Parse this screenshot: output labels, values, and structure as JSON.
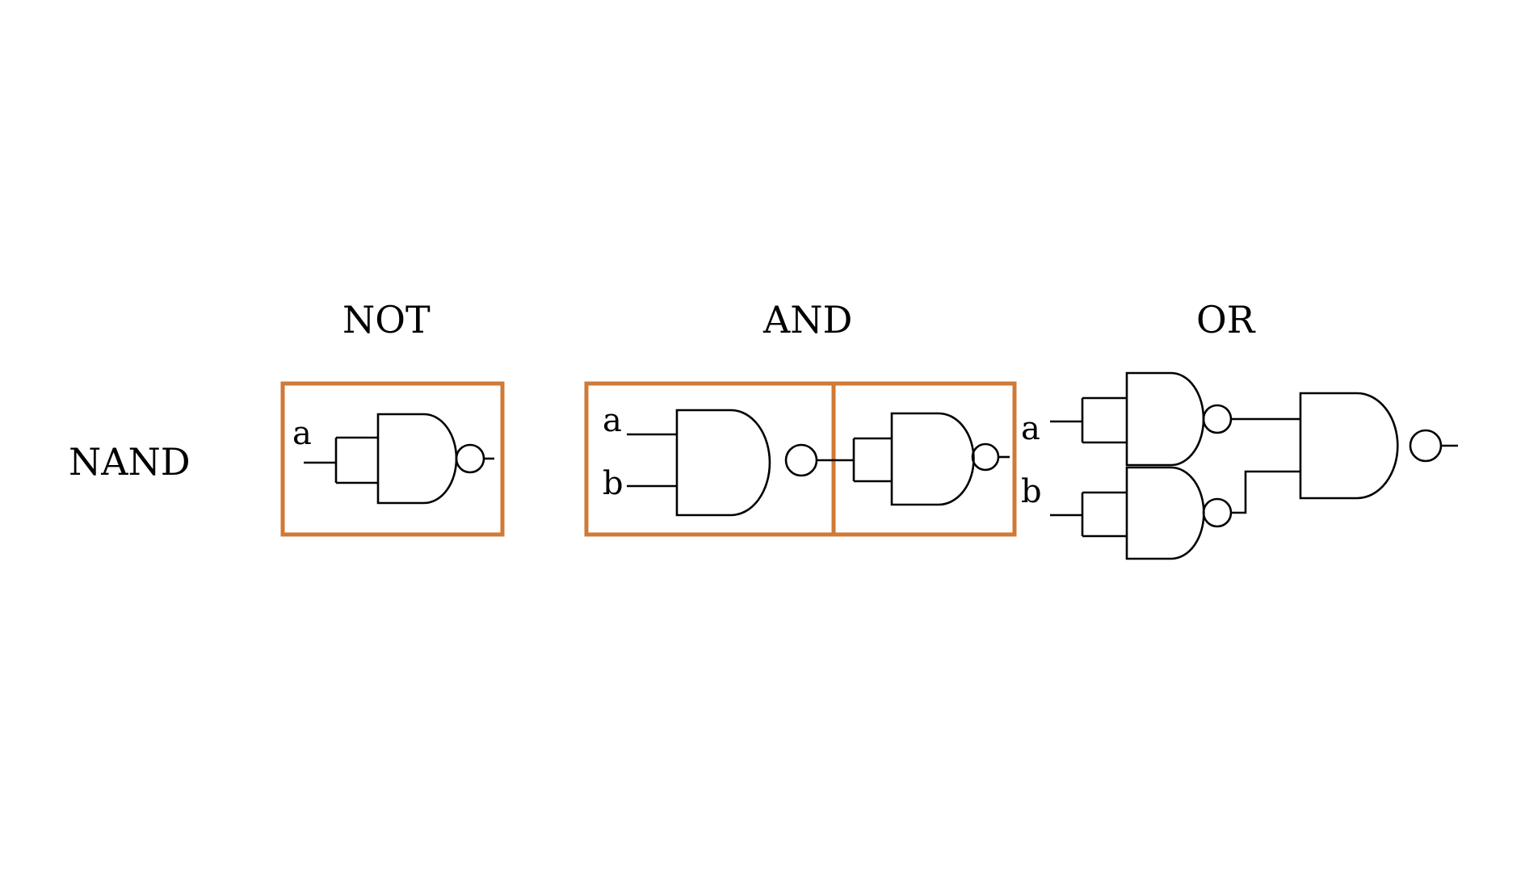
{
  "row_label": "NAND",
  "column_titles": {
    "not": "NOT",
    "and": "AND",
    "or": "OR"
  },
  "pins": {
    "not_a": "a",
    "and_a": "a",
    "and_b": "b",
    "or_a": "a",
    "or_b": "b"
  },
  "colors": {
    "frame": "#d07a35",
    "ink": "#000000",
    "background": "#ffffff"
  }
}
